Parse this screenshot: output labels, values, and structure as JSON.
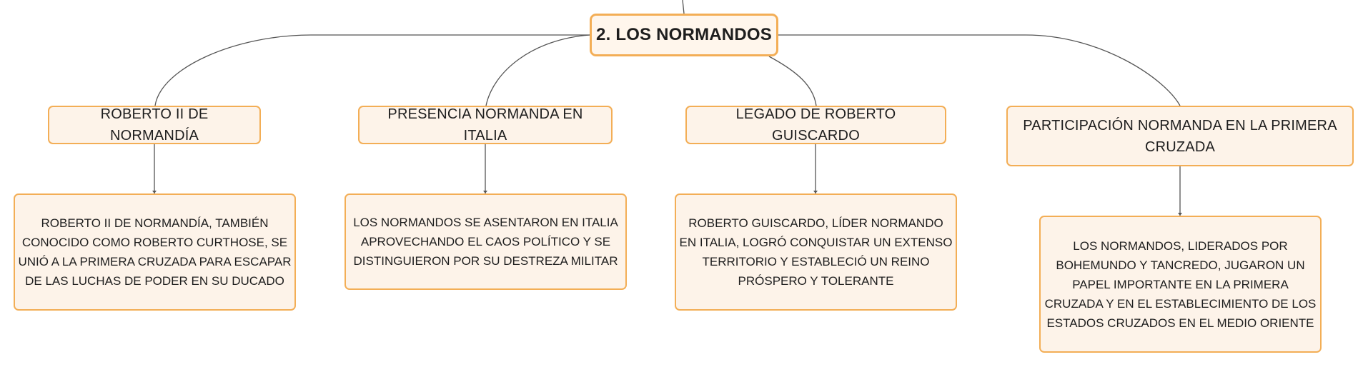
{
  "map": {
    "root": {
      "title": "2. LOS NORMANDOS"
    },
    "topics": [
      {
        "label": "ROBERTO II DE NORMANDÍA",
        "detail": "ROBERTO II DE NORMANDÍA, TAMBIÉN CONOCIDO COMO ROBERTO CURTHOSE, SE UNIÓ A LA PRIMERA CRUZADA PARA ESCAPAR DE LAS LUCHAS DE PODER EN SU DUCADO"
      },
      {
        "label": "PRESENCIA NORMANDA EN ITALIA",
        "detail": "LOS NORMANDOS SE ASENTARON EN ITALIA APROVECHANDO EL CAOS POLÍTICO Y SE DISTINGUIERON POR SU DESTREZA MILITAR"
      },
      {
        "label": "LEGADO DE ROBERTO GUISCARDO",
        "detail": "ROBERTO GUISCARDO, LÍDER NORMANDO EN ITALIA, LOGRÓ CONQUISTAR UN EXTENSO TERRITORIO Y ESTABLECIÓ UN REINO PRÓSPERO Y TOLERANTE"
      },
      {
        "label": "PARTICIPACIÓN NORMANDA EN LA PRIMERA CRUZADA",
        "detail": "LOS NORMANDOS, LIDERADOS POR BOHEMUNDO Y TANCREDO, JUGARON UN PAPEL IMPORTANTE EN LA PRIMERA CRUZADA Y EN EL ESTABLECIMIENTO DE LOS ESTADOS CRUZADOS EN EL MEDIO ORIENTE"
      }
    ],
    "colors": {
      "node_border": "#f3ae56",
      "node_fill": "#fdf3e9",
      "connector": "#555555",
      "text": "#1e1e1e"
    }
  }
}
